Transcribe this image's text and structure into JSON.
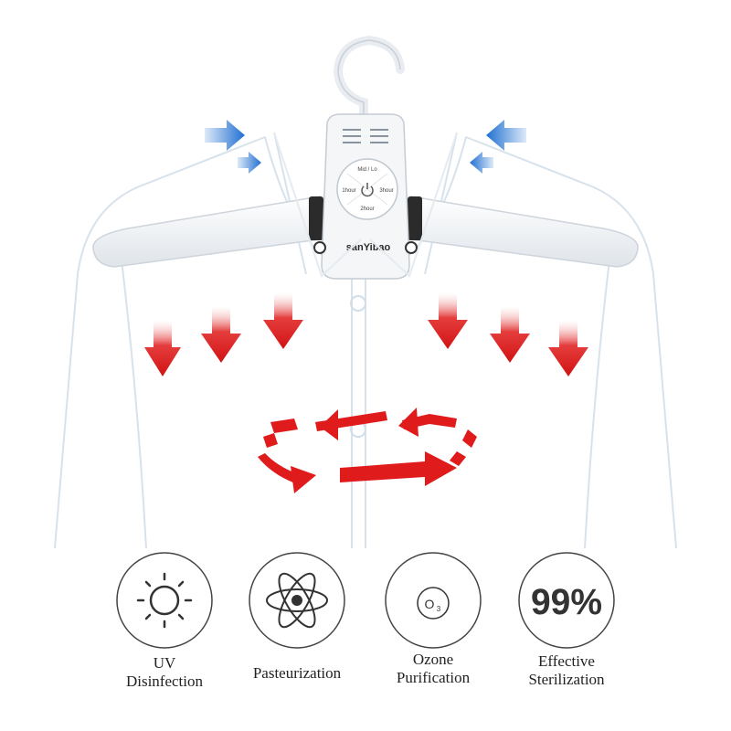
{
  "product": {
    "brand": "sanYibao",
    "buttons": {
      "top": "Mid / Lo",
      "left": "1hour",
      "right": "3hour",
      "bottom": "2hour"
    }
  },
  "colors": {
    "inflow_arrow": "#1f6fd1",
    "outflow_arrow": "#e01b1b",
    "circulation_arrow": "#e01b1b",
    "shirt_outline": "#d8e3ee",
    "hanger": "#f4f6f8",
    "icon_stroke": "#333333"
  },
  "features": [
    {
      "icon": "sun-icon",
      "line1": "UV",
      "line2": "Disinfection"
    },
    {
      "icon": "atom-icon",
      "line1": "Pasteurization",
      "line2": ""
    },
    {
      "icon": "ozone-icon",
      "line1": "Ozone",
      "line2": "Purification",
      "symbol": "O",
      "subscript": "3"
    },
    {
      "icon": "percent-icon",
      "line1": "Effective",
      "line2": "Sterilization",
      "value": "99%"
    }
  ]
}
